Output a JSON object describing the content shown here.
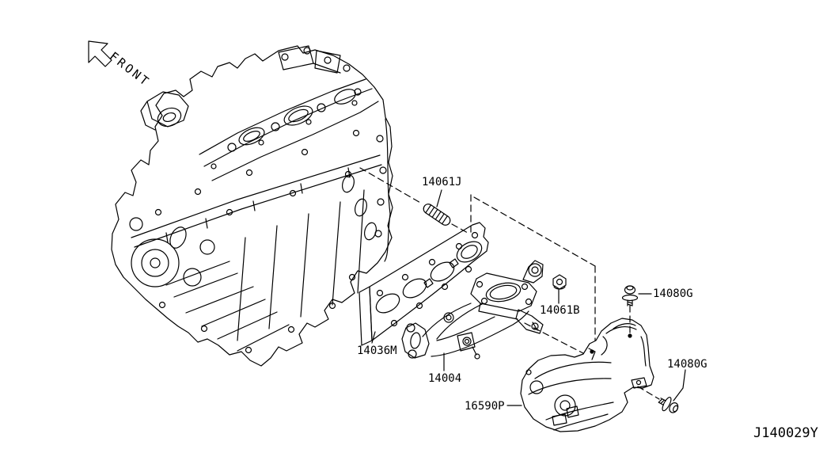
{
  "diagram": {
    "front_label": "FRONT",
    "diagram_code": "J140029Y",
    "colors": {
      "line_color": "#000000",
      "background": "#ffffff"
    },
    "callouts": {
      "stud": "14061J",
      "nut": "14061B",
      "bolt": "14080G",
      "gasket": "14036M",
      "manifold": "14004",
      "heat_shield": "16590P"
    }
  }
}
